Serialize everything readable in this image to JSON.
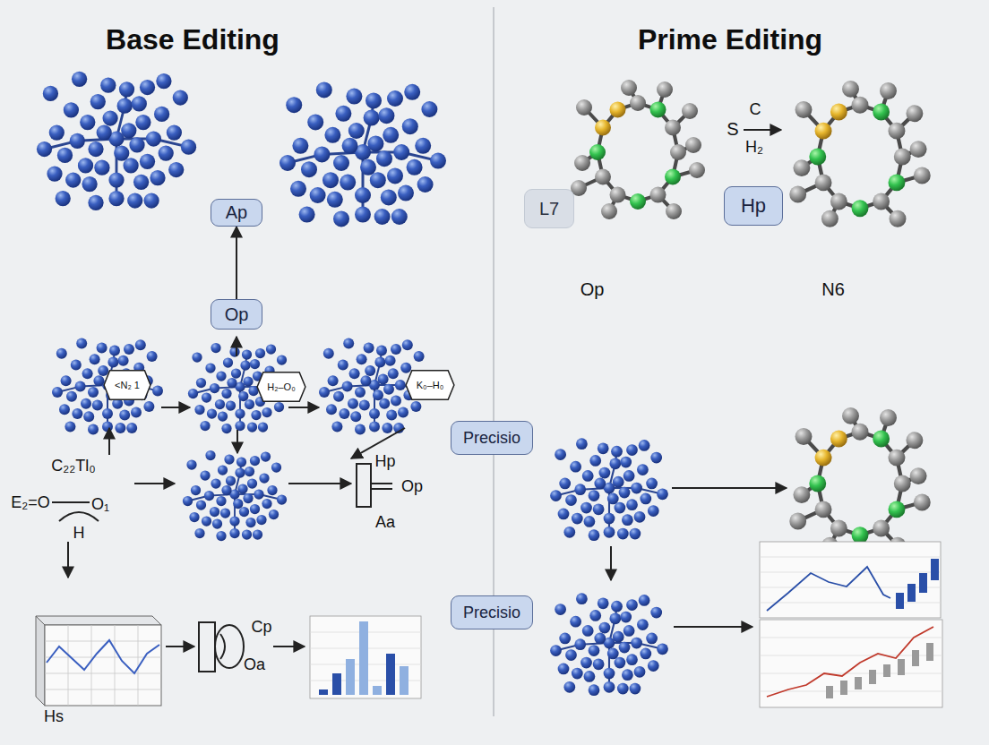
{
  "diagram": {
    "nodes": [
      {
        "text": [
          "Ap"
        ]
      },
      {
        "text": [
          "Op"
        ]
      },
      {
        "text": [
          "<N₂ 1"
        ]
      },
      {
        "text": [
          "H₂–O₀"
        ]
      },
      {
        "text": [
          "K₀–H₀"
        ]
      },
      {
        "text": [
          "L7"
        ]
      },
      {
        "text": [
          "Hp"
        ]
      },
      {
        "text": [
          "Precisio"
        ]
      },
      {
        "text": [
          "Precisio"
        ]
      }
    ],
    "edges": [
      {
        "from": 1,
        "to": 0,
        "arrow": "to"
      }
    ],
    "labels": [
      "Base Editing",
      "Prime Editing",
      "C",
      "S",
      "H₂",
      "Op",
      "N6",
      "C₂₂Tl₀",
      "E₂=O",
      "O₁",
      "H",
      "Hp",
      "Op",
      "Aa",
      "Hs",
      "Cp",
      "Oa"
    ]
  }
}
